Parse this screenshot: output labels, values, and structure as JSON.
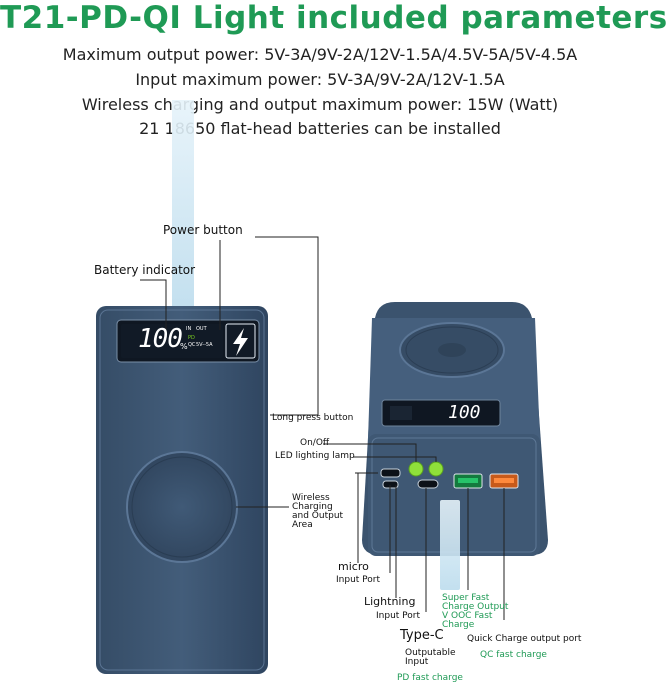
{
  "title": "T21-PD-QI Light included parameters",
  "specs": [
    "Maximum output power: 5V-3A/9V-2A/12V-1.5A/4.5V-5A/5V-4.5A",
    "Input maximum power: 5V-3A/9V-2A/12V-1.5A",
    "Wireless charging and output maximum power: 15W (Watt)",
    "21 18650 flat-head batteries can be installed"
  ],
  "front": {
    "display_value": "100",
    "display_percent": "%",
    "display_small": [
      "IN",
      "OUT",
      "PD",
      "QC",
      "5V--5A"
    ],
    "labels": {
      "power_button": "Power button",
      "battery_indicator": "Battery indicator",
      "long_press": "Long press button",
      "wireless": [
        "Wireless",
        "Charging",
        "and Output",
        "Area"
      ]
    }
  },
  "side": {
    "display_value": "100",
    "labels": {
      "on_off": "On/Off",
      "led_lamp": "LED lighting lamp",
      "micro": "micro",
      "micro_sub": "Input Port",
      "lightning": "Lightning",
      "lightning_sub": "Input Port",
      "typec": "Type-C",
      "typec_sub": [
        "Outputable",
        "Input"
      ],
      "pd_fast": "PD fast charge",
      "super_fast": [
        "Super Fast",
        "Charge Output",
        "V OOC Fast",
        "Charge"
      ],
      "quick_charge": "Quick Charge output port",
      "qc_fast": "QC fast charge"
    }
  },
  "colors": {
    "title_green": "#1f9a55",
    "body_blue": "#3e5772",
    "body_dark": "#2e435a",
    "light_beam": "#cfe6f2",
    "led_green": "#7ed321",
    "port_green": "#27c46a",
    "port_orange": "#ff8a3d"
  }
}
